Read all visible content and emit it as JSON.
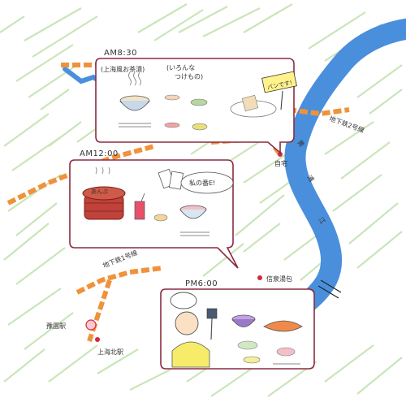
{
  "breakfast": {
    "time": "AM8:30",
    "dish_main": "(上海風お茶漬)",
    "dish_side": "(いろんな",
    "dish_side_2": "つけもの)",
    "note": "パンです!"
  },
  "lunch": {
    "time": "AM12:00",
    "steamer": "あんぷ",
    "bubble": "私の番E!"
  },
  "dinner": {
    "time": "PM6:00"
  },
  "places": {
    "home": "自宅",
    "yuyuan": "豫園駅",
    "xinjiang": "信泉湯包",
    "shanghai_station": "上海北駅"
  },
  "lines": {
    "metro2": "地下鉄2号線",
    "metro1": "地下鉄1号線"
  },
  "river": [
    "黄",
    "浦",
    "江"
  ],
  "colors": {
    "river": "#4a8fdc",
    "metro": "#f0923a",
    "grass": "#8cc470",
    "outline": "#8a2c40"
  }
}
